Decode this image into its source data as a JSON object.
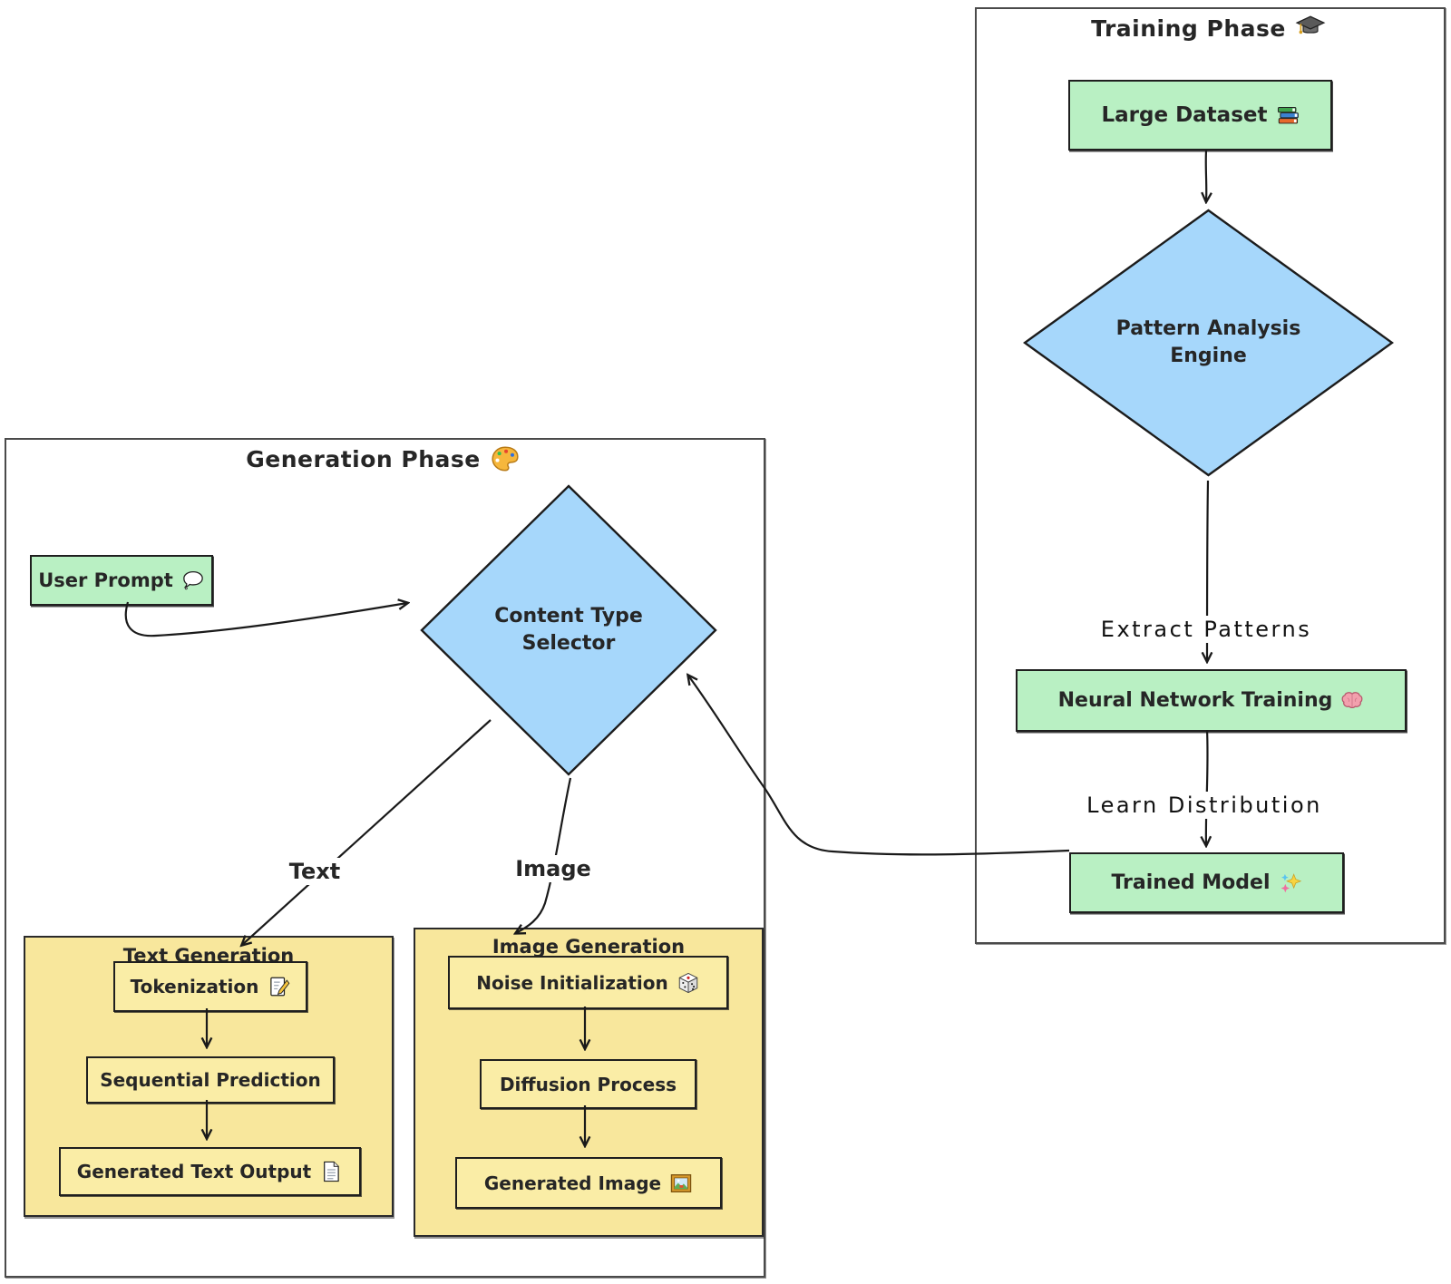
{
  "colors": {
    "node_green": "#b9f0c3",
    "node_blue": "#a6d7fb",
    "subgraph_yellow": "#f8e79c",
    "node_yellow": "#faeda6",
    "border_dark": "#1f1f1f",
    "phase_border": "#4a4a4a",
    "text": "#262626"
  },
  "training_phase": {
    "title": "Training Phase",
    "title_icon": "graduation-cap-icon",
    "nodes": {
      "large_dataset": {
        "label": "Large Dataset",
        "icon": "books-icon"
      },
      "pattern_analysis_engine": {
        "line1": "Pattern Analysis",
        "line2": "Engine"
      },
      "neural_network_training": {
        "label": "Neural Network Training",
        "icon": "brain-icon"
      },
      "trained_model": {
        "label": "Trained Model",
        "icon": "sparkles-icon"
      }
    },
    "edge_labels": {
      "extract_patterns": "Extract Patterns",
      "learn_distribution": "Learn Distribution"
    }
  },
  "generation_phase": {
    "title": "Generation Phase",
    "title_icon": "palette-icon",
    "nodes": {
      "user_prompt": {
        "label": "User Prompt",
        "icon": "speech-balloon-icon"
      },
      "content_type_selector": {
        "line1": "Content Type",
        "line2": "Selector"
      }
    },
    "edge_labels": {
      "text": "Text",
      "image": "Image"
    },
    "text_generation": {
      "title": "Text Generation",
      "nodes": {
        "tokenization": {
          "label": "Tokenization",
          "icon": "memo-icon"
        },
        "sequential_prediction": {
          "label": "Sequential Prediction"
        },
        "generated_text_output": {
          "label": "Generated Text Output",
          "icon": "page-icon"
        }
      }
    },
    "image_generation": {
      "title": "Image Generation",
      "nodes": {
        "noise_initialization": {
          "label": "Noise Initialization",
          "icon": "die-icon"
        },
        "diffusion_process": {
          "label": "Diffusion Process"
        },
        "generated_image": {
          "label": "Generated Image",
          "icon": "framed-picture-icon"
        }
      }
    }
  }
}
